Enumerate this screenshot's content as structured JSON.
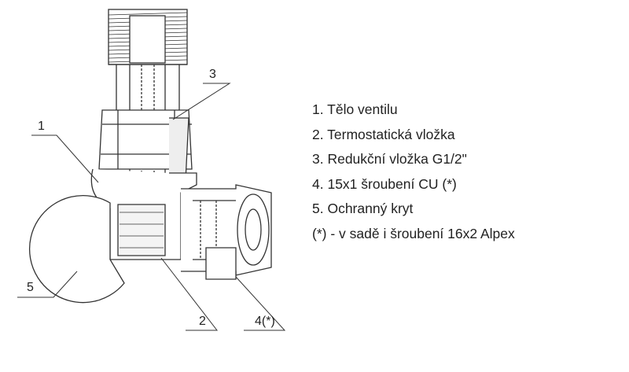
{
  "legend": {
    "items": [
      "1. Tělo ventilu",
      "2. Termostatická vložka",
      "3. Redukční vložka G1/2\"",
      "4. 15x1 šroubení CU (*)",
      "5. Ochranný kryt",
      "(*) - v sadě i šroubení 16x2 Alpex"
    ]
  },
  "callouts": {
    "c1": "1",
    "c2": "2",
    "c3": "3",
    "c4": "4(*)",
    "c5": "5"
  },
  "colors": {
    "line": "#333333",
    "background": "#ffffff"
  }
}
